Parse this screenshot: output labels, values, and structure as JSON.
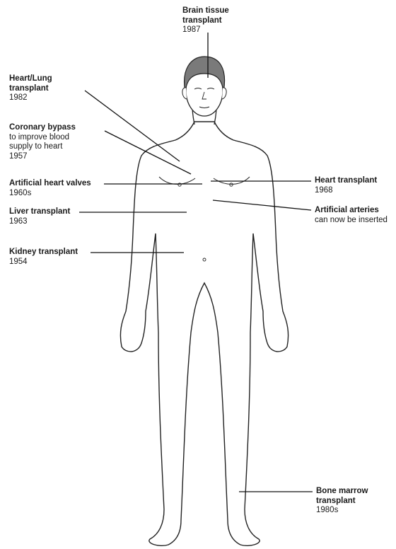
{
  "labels": {
    "brain": {
      "title1": "Brain tissue",
      "title2": "transplant",
      "year": "1987"
    },
    "heart_lung": {
      "title1": "Heart/Lung",
      "title2": "transplant",
      "year": "1982"
    },
    "coronary": {
      "title": "Coronary bypass",
      "line1": "to improve blood",
      "line2": "supply to heart",
      "year": "1957"
    },
    "valves": {
      "title": "Artificial heart valves",
      "year": "1960s"
    },
    "liver": {
      "title": "Liver transplant",
      "year": "1963"
    },
    "kidney": {
      "title": "Kidney transplant",
      "year": "1954"
    },
    "heart": {
      "title": "Heart transplant",
      "year": "1968"
    },
    "arteries": {
      "title": "Artificial arteries",
      "line1": "can now be inserted"
    },
    "bone_marrow": {
      "title1": "Bone marrow",
      "title2": "transplant",
      "year": "1980s"
    }
  },
  "colors": {
    "hair": "#7a7a7a",
    "outline": "#222222",
    "skin": "#ffffff",
    "leader": "#111111"
  }
}
